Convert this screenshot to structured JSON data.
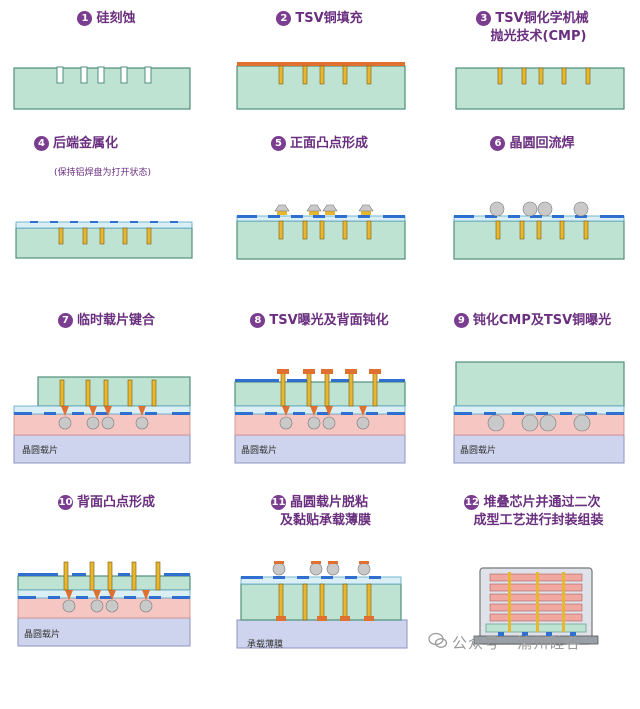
{
  "steps": [
    {
      "num": "1",
      "title": "硅刻蚀",
      "title2": ""
    },
    {
      "num": "2",
      "title": "TSV铜填充",
      "title2": ""
    },
    {
      "num": "3",
      "title": "TSV铜化学机械",
      "title2": "抛光技术(CMP)"
    },
    {
      "num": "4",
      "title": "后端金属化",
      "title2": "",
      "note": "(保持铝焊盘为打开状态)"
    },
    {
      "num": "5",
      "title": "正面凸点形成",
      "title2": ""
    },
    {
      "num": "6",
      "title": "晶圆回流焊",
      "title2": ""
    },
    {
      "num": "7",
      "title": "临时载片键合",
      "title2": ""
    },
    {
      "num": "8",
      "title": "TSV曝光及背面钝化",
      "title2": ""
    },
    {
      "num": "9",
      "title": "钝化CMP及TSV铜曝光",
      "title2": ""
    },
    {
      "num": "10",
      "title": "背面凸点形成",
      "title2": ""
    },
    {
      "num": "11",
      "title": "晶圆载片脱粘",
      "title2": "及黏贴承载薄膜"
    },
    {
      "num": "12",
      "title": "堆叠芯片并通过二次",
      "title2": "成型工艺进行封装组装"
    }
  ],
  "labels": {
    "carrier": "晶圆载片",
    "film": "承载薄膜"
  },
  "watermark": "公众号 · 渝州硅谷",
  "colors": {
    "silicon": "#bfe3d2",
    "silicon_edge": "#4f8f7a",
    "copper": "#e8b730",
    "top_layer": "#e07030",
    "metal": "#2f6fd0",
    "bump": "#c9c9c9",
    "glue": "#f6c6c2",
    "carrier": "#cfd4ee",
    "title": "#6a2f7f"
  }
}
